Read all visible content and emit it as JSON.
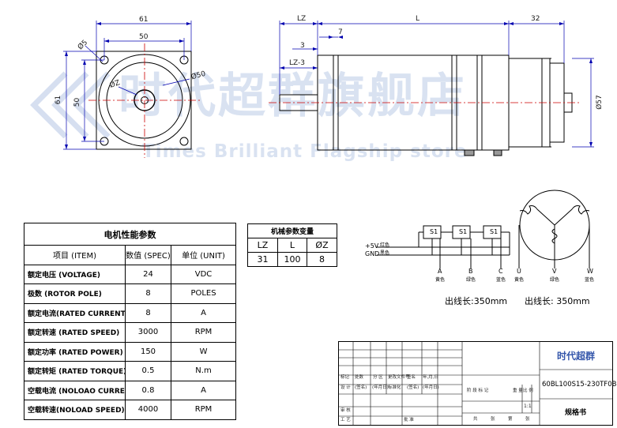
{
  "watermark": {
    "cn": "时代超群旗舰店",
    "en": "Times Brilliant Flagship store"
  },
  "front_view": {
    "dims": {
      "width_outer": "61",
      "width_bolt": "50",
      "height_outer": "61",
      "height_bolt": "50",
      "hole_dia": "Ø5",
      "shaft_dia": "ØZ",
      "pilot_dia": "Ø50"
    }
  },
  "side_view": {
    "dims": {
      "lz": "LZ",
      "l": "L",
      "rear": "32",
      "three": "3",
      "seven": "7",
      "lz_minus_3": "LZ-3",
      "body_dia": "Ø57"
    }
  },
  "spec_table": {
    "title": "电机性能参数",
    "headers": [
      "项目 (ITEM)",
      "数值 (SPEC)",
      "单位 (UNIT)"
    ],
    "rows": [
      {
        "item": "额定电压 (VOLTAGE)",
        "spec": "24",
        "unit": "VDC"
      },
      {
        "item": "极数 (ROTOR POLE)",
        "spec": "8",
        "unit": "POLES"
      },
      {
        "item": "额定电流(RATED CURRENT)",
        "spec": "8",
        "unit": "A"
      },
      {
        "item": "额定转速 (RATED SPEED)",
        "spec": "3000",
        "unit": "RPM"
      },
      {
        "item": "额定功率 (RATED POWER)",
        "spec": "150",
        "unit": "W"
      },
      {
        "item": "额定转矩 (RATED TORQUE)",
        "spec": "0.5",
        "unit": "N.m"
      },
      {
        "item": "空载电流 (NOLOAO CURRENT)",
        "spec": "0.8",
        "unit": "A"
      },
      {
        "item": "空载转速(NOLOAD SPEED)",
        "spec": "4000",
        "unit": "RPM"
      }
    ]
  },
  "mech_table": {
    "title": "机械参数变量",
    "headers": [
      "LZ",
      "L",
      "ØZ"
    ],
    "values": [
      "31",
      "100",
      "8"
    ]
  },
  "wiring": {
    "sensor_label": "S1",
    "power_pos": "+5V",
    "power_pos_color": "红色",
    "power_gnd": "GND",
    "power_gnd_color": "黑色",
    "hall": [
      {
        "name": "A",
        "color": "黄色"
      },
      {
        "name": "B",
        "color": "绿色"
      },
      {
        "name": "C",
        "color": "蓝色"
      }
    ],
    "phase": [
      {
        "name": "U",
        "color": "黄色"
      },
      {
        "name": "V",
        "color": "绿色"
      },
      {
        "name": "W",
        "color": "蓝色"
      }
    ],
    "lead_length_1": "出线长:350mm",
    "lead_length_2": "出线长: 350mm"
  },
  "title_block": {
    "company": "时代超群",
    "model": "60BL100S15-230TF0B",
    "doc_type": "规格书",
    "row1": [
      "标记",
      "处数",
      "分 区",
      "更改文件号",
      "签名",
      "年,月,日"
    ],
    "row2": [
      "设 计",
      "(签名)",
      "(年月日)",
      "标准化",
      "(签名)",
      "(年月日)"
    ],
    "stage": [
      "阶 段 标 记",
      "重 量",
      "比 例"
    ],
    "ratio": "1:1",
    "row_review": "审 核",
    "row_process": "工 艺",
    "row_approve": "批 准",
    "sheet": [
      "共",
      "张",
      "第",
      "张"
    ]
  }
}
